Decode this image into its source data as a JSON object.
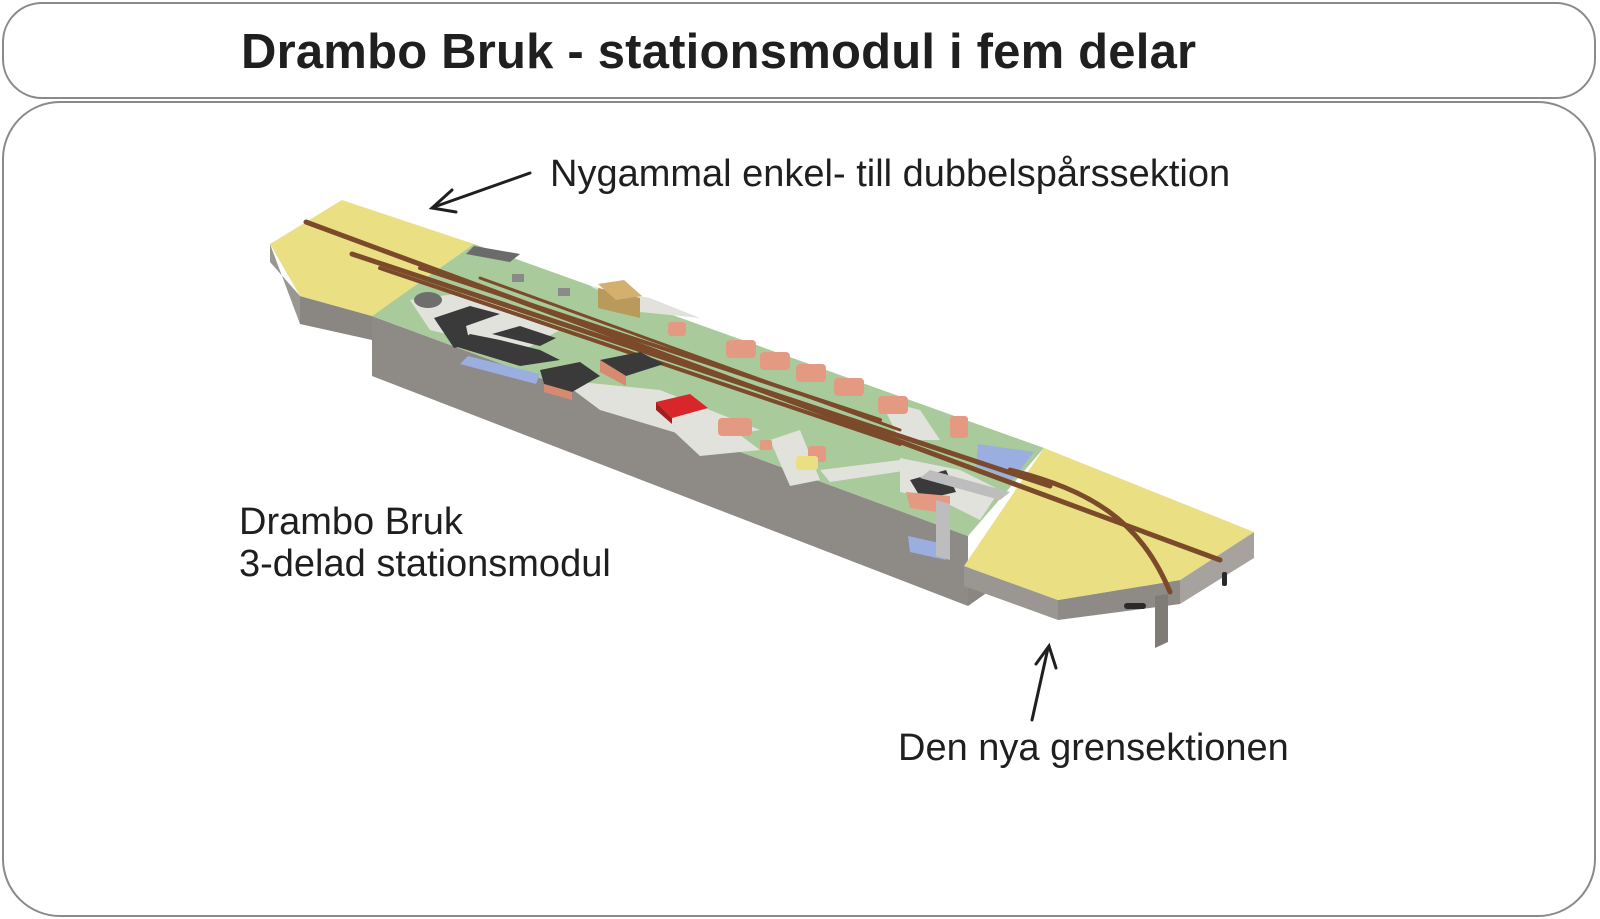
{
  "header": {
    "title": "Drambo Bruk - stationsmodul i fem delar"
  },
  "annotations": {
    "new_old_section": "Nygammal enkel- till dubbelspårssektion",
    "module_name": "Drambo Bruk",
    "module_desc": "3-delad stationsmodul",
    "new_branch_section": "Den nya grensektionen"
  },
  "colors": {
    "end_sections": "#eadf82",
    "terrain": "#a9cb9b",
    "roads": "#e2e2dc",
    "water": "#9aaee0",
    "tracks": "#7b4a2a",
    "houses": "#e49a82",
    "red_building": "#d8262a",
    "dark_buildings": "#3a3a3a",
    "module_side": "#8e8b87"
  },
  "icons": {
    "arrow_top": "arrow-left-icon",
    "arrow_bottom": "arrow-up-icon"
  }
}
